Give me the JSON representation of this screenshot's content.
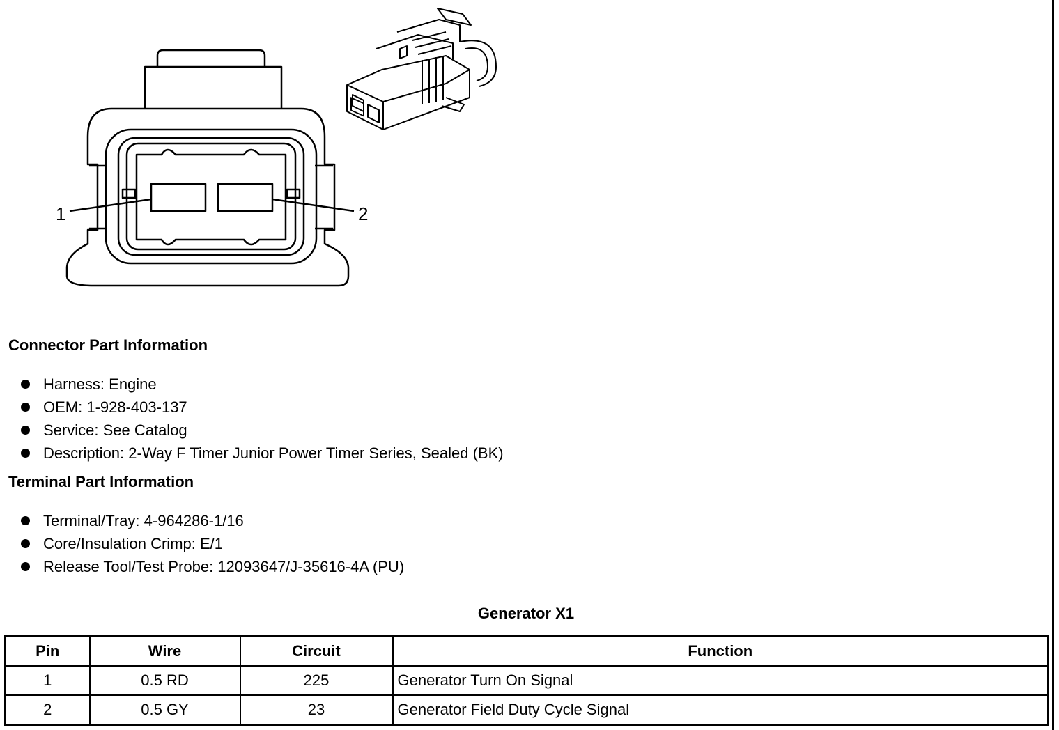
{
  "diagram": {
    "pin_labels": [
      "1",
      "2"
    ]
  },
  "connector": {
    "heading": "Connector Part Information",
    "items": [
      "Harness: Engine",
      "OEM: 1-928-403-137",
      "Service: See Catalog",
      "Description: 2-Way F Timer Junior Power Timer Series, Sealed (BK)"
    ]
  },
  "terminal": {
    "heading": "Terminal Part Information",
    "items": [
      "Terminal/Tray: 4-964286-1/16",
      "Core/Insulation Crimp: E/1",
      "Release Tool/Test Probe: 12093647/J-35616-4A (PU)"
    ]
  },
  "table": {
    "title": "Generator X1",
    "headers": [
      "Pin",
      "Wire",
      "Circuit",
      "Function"
    ],
    "rows": [
      [
        "1",
        "0.5 RD",
        "225",
        "Generator Turn On Signal"
      ],
      [
        "2",
        "0.5 GY",
        "23",
        "Generator Field Duty Cycle Signal"
      ]
    ]
  }
}
